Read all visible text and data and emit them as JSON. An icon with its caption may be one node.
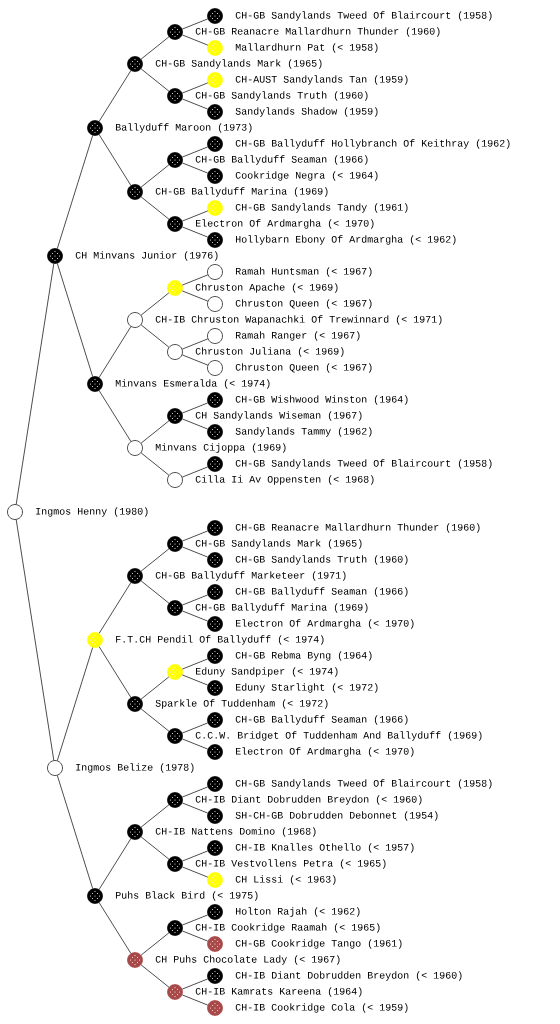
{
  "diagram": {
    "nodes": [
      {
        "text": [
          "CH-GB Sandylands Tweed Of Blaircourt (1958)"
        ]
      },
      {
        "text": [
          "CH-GB Reanacre Mallardhurn Thunder (1960)"
        ]
      },
      {
        "text": [
          "Mallardhurn Pat (< 1958)"
        ]
      },
      {
        "text": [
          "CH-GB Sandylands Mark (1965)"
        ]
      },
      {
        "text": [
          "CH-AUST Sandylands Tan (1959)"
        ]
      },
      {
        "text": [
          "CH-GB Sandylands Truth (1960)"
        ]
      },
      {
        "text": [
          "Sandylands Shadow (1959)"
        ]
      },
      {
        "text": [
          "Ballyduff Maroon (1973)"
        ]
      },
      {
        "text": [
          "CH-GB Ballyduff Hollybranch Of Keithray (1962)"
        ]
      },
      {
        "text": [
          "CH-GB Ballyduff Seaman (1966)"
        ]
      },
      {
        "text": [
          "Cookridge Negra (< 1964)"
        ]
      },
      {
        "text": [
          "CH-GB Ballyduff Marina (1969)"
        ]
      },
      {
        "text": [
          "CH-GB Sandylands Tandy (1961)"
        ]
      },
      {
        "text": [
          "Electron Of Ardmargha (< 1970)"
        ]
      },
      {
        "text": [
          "Hollybarn Ebony Of Ardmargha (< 1962)"
        ]
      },
      {
        "text": [
          "CH Minvans Junior (1976)"
        ]
      },
      {
        "text": [
          "Ramah Huntsman (< 1967)"
        ]
      },
      {
        "text": [
          "Chruston Apache (< 1969)"
        ]
      },
      {
        "text": [
          "Chruston Queen (< 1967)"
        ]
      },
      {
        "text": [
          "CH-IB Chruston Wapanachki Of Trewinnard (< 1971)"
        ]
      },
      {
        "text": [
          "Ramah Ranger (< 1967)"
        ]
      },
      {
        "text": [
          "Chruston Juliana (< 1969)"
        ]
      },
      {
        "text": [
          "Chruston Queen (< 1967)"
        ]
      },
      {
        "text": [
          "Minvans Esmeralda (< 1974)"
        ]
      },
      {
        "text": [
          "CH-GB Wishwood Winston (1964)"
        ]
      },
      {
        "text": [
          "CH Sandylands Wiseman (1967)"
        ]
      },
      {
        "text": [
          "Sandylands Tammy (1962)"
        ]
      },
      {
        "text": [
          "Minvans Cijoppa (1969)"
        ]
      },
      {
        "text": [
          "CH-GB Sandylands Tweed Of Blaircourt (1958)"
        ]
      },
      {
        "text": [
          "Cilla Ii Av Oppensten (< 1968)"
        ]
      },
      {
        "text": [
          "Ingmos Henny (1980)"
        ]
      },
      {
        "text": [
          "CH-GB Reanacre Mallardhurn Thunder (1960)"
        ]
      },
      {
        "text": [
          "CH-GB Sandylands Mark (1965)"
        ]
      },
      {
        "text": [
          "CH-GB Sandylands Truth (1960)"
        ]
      },
      {
        "text": [
          "CH-GB Ballyduff Marketeer (1971)"
        ]
      },
      {
        "text": [
          "CH-GB Ballyduff Seaman (1966)"
        ]
      },
      {
        "text": [
          "CH-GB Ballyduff Marina (1969)"
        ]
      },
      {
        "text": [
          "Electron Of Ardmargha (< 1970)"
        ]
      },
      {
        "text": [
          "F.T.CH Pendil Of Ballyduff (< 1974)"
        ]
      },
      {
        "text": [
          "CH-GB Rebma Byng (1964)"
        ]
      },
      {
        "text": [
          "Eduny Sandpiper (< 1974)"
        ]
      },
      {
        "text": [
          "Eduny Starlight (< 1972)"
        ]
      },
      {
        "text": [
          "Sparkle Of Tuddenham (< 1972)"
        ]
      },
      {
        "text": [
          "CH-GB Ballyduff Seaman (1966)"
        ]
      },
      {
        "text": [
          "C.C.W. Bridget Of Tuddenham And Ballyduff (1969)"
        ]
      },
      {
        "text": [
          "Electron Of Ardmargha (< 1970)"
        ]
      },
      {
        "text": [
          "Ingmos Belize (1978)"
        ]
      },
      {
        "text": [
          "CH-GB Sandylands Tweed Of Blaircourt (1958)"
        ]
      },
      {
        "text": [
          "CH-IB Diant Dobrudden Breydon (< 1960)"
        ]
      },
      {
        "text": [
          "SH-CH-GB Dobrudden Debonnet (1954)"
        ]
      },
      {
        "text": [
          "CH-IB Nattens Domino (1968)"
        ]
      },
      {
        "text": [
          "CH-IB Knalles Othello (< 1957)"
        ]
      },
      {
        "text": [
          "CH-IB Vestvollens Petra (< 1965)"
        ]
      },
      {
        "text": [
          "CH Lissi (< 1963)"
        ]
      },
      {
        "text": [
          "Puhs Black Bird (< 1975)"
        ]
      },
      {
        "text": [
          "Holton Rajah (< 1962)"
        ]
      },
      {
        "text": [
          "CH-IB Cookridge Raamah (< 1965)"
        ]
      },
      {
        "text": [
          "CH-GB Cookridge Tango (1961)"
        ]
      },
      {
        "text": [
          "CH Puhs Chocolate Lady (< 1967)"
        ]
      },
      {
        "text": [
          "CH-IB Diant Dobrudden Breydon (< 1960)"
        ]
      },
      {
        "text": [
          "CH-IB Kamrats Kareena (1964)"
        ]
      },
      {
        "text": [
          "CH-IB Cookridge Cola (< 1959)"
        ]
      }
    ],
    "edges": [
      {
        "from": 1,
        "to": 0,
        "arrow": "none"
      },
      {
        "from": 1,
        "to": 2,
        "arrow": "none"
      },
      {
        "from": 3,
        "to": 1,
        "arrow": "none"
      },
      {
        "from": 3,
        "to": 5,
        "arrow": "none"
      },
      {
        "from": 5,
        "to": 4,
        "arrow": "none"
      },
      {
        "from": 5,
        "to": 6,
        "arrow": "none"
      },
      {
        "from": 7,
        "to": 3,
        "arrow": "none"
      },
      {
        "from": 7,
        "to": 11,
        "arrow": "none"
      },
      {
        "from": 9,
        "to": 8,
        "arrow": "none"
      },
      {
        "from": 9,
        "to": 10,
        "arrow": "none"
      },
      {
        "from": 11,
        "to": 9,
        "arrow": "none"
      },
      {
        "from": 11,
        "to": 13,
        "arrow": "none"
      },
      {
        "from": 13,
        "to": 12,
        "arrow": "none"
      },
      {
        "from": 13,
        "to": 14,
        "arrow": "none"
      },
      {
        "from": 15,
        "to": 7,
        "arrow": "none"
      },
      {
        "from": 15,
        "to": 23,
        "arrow": "none"
      },
      {
        "from": 17,
        "to": 16,
        "arrow": "none"
      },
      {
        "from": 17,
        "to": 18,
        "arrow": "none"
      },
      {
        "from": 19,
        "to": 17,
        "arrow": "none"
      },
      {
        "from": 19,
        "to": 21,
        "arrow": "none"
      },
      {
        "from": 21,
        "to": 20,
        "arrow": "none"
      },
      {
        "from": 21,
        "to": 22,
        "arrow": "none"
      },
      {
        "from": 23,
        "to": 19,
        "arrow": "none"
      },
      {
        "from": 23,
        "to": 27,
        "arrow": "none"
      },
      {
        "from": 25,
        "to": 24,
        "arrow": "none"
      },
      {
        "from": 25,
        "to": 26,
        "arrow": "none"
      },
      {
        "from": 27,
        "to": 25,
        "arrow": "none"
      },
      {
        "from": 27,
        "to": 29,
        "arrow": "none"
      },
      {
        "from": 29,
        "to": 28,
        "arrow": "none"
      },
      {
        "from": 30,
        "to": 15,
        "arrow": "none"
      },
      {
        "from": 30,
        "to": 46,
        "arrow": "none"
      },
      {
        "from": 32,
        "to": 31,
        "arrow": "none"
      },
      {
        "from": 32,
        "to": 33,
        "arrow": "none"
      },
      {
        "from": 34,
        "to": 32,
        "arrow": "none"
      },
      {
        "from": 34,
        "to": 36,
        "arrow": "none"
      },
      {
        "from": 36,
        "to": 35,
        "arrow": "none"
      },
      {
        "from": 36,
        "to": 37,
        "arrow": "none"
      },
      {
        "from": 38,
        "to": 34,
        "arrow": "none"
      },
      {
        "from": 38,
        "to": 42,
        "arrow": "none"
      },
      {
        "from": 40,
        "to": 39,
        "arrow": "none"
      },
      {
        "from": 40,
        "to": 41,
        "arrow": "none"
      },
      {
        "from": 42,
        "to": 40,
        "arrow": "none"
      },
      {
        "from": 42,
        "to": 44,
        "arrow": "none"
      },
      {
        "from": 44,
        "to": 43,
        "arrow": "none"
      },
      {
        "from": 44,
        "to": 45,
        "arrow": "none"
      },
      {
        "from": 46,
        "to": 38,
        "arrow": "none"
      },
      {
        "from": 46,
        "to": 54,
        "arrow": "none"
      },
      {
        "from": 48,
        "to": 47,
        "arrow": "none"
      },
      {
        "from": 48,
        "to": 49,
        "arrow": "none"
      },
      {
        "from": 50,
        "to": 48,
        "arrow": "none"
      },
      {
        "from": 50,
        "to": 52,
        "arrow": "none"
      },
      {
        "from": 52,
        "to": 51,
        "arrow": "none"
      },
      {
        "from": 52,
        "to": 53,
        "arrow": "none"
      },
      {
        "from": 54,
        "to": 50,
        "arrow": "none"
      },
      {
        "from": 54,
        "to": 58,
        "arrow": "none"
      },
      {
        "from": 56,
        "to": 55,
        "arrow": "none"
      },
      {
        "from": 56,
        "to": 57,
        "arrow": "none"
      },
      {
        "from": 58,
        "to": 56,
        "arrow": "none"
      },
      {
        "from": 58,
        "to": 60,
        "arrow": "none"
      },
      {
        "from": 60,
        "to": 59,
        "arrow": "none"
      },
      {
        "from": 60,
        "to": 61,
        "arrow": "none"
      }
    ]
  }
}
